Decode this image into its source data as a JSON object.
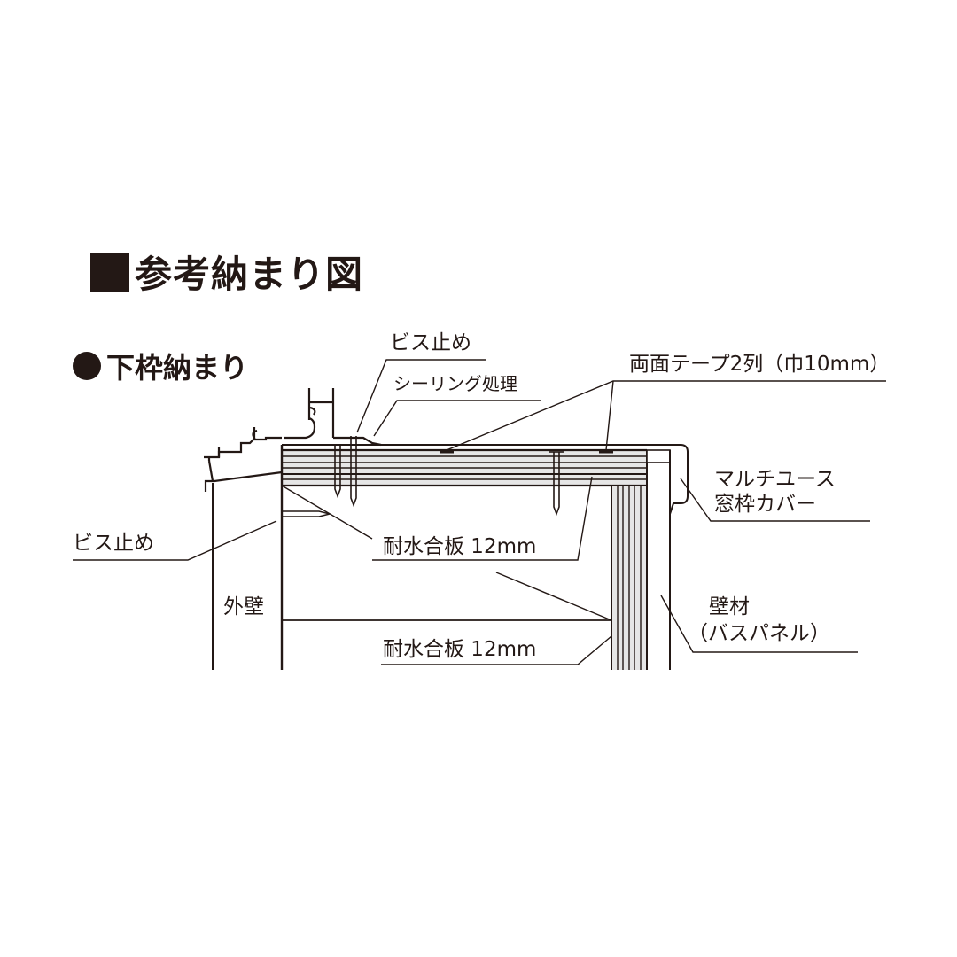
{
  "title": {
    "marker": "square",
    "text": "参考納まり図"
  },
  "subtitle": {
    "marker": "circle",
    "text": "下枠納まり"
  },
  "labels": {
    "screw_top": "ビス止め",
    "sealing": "シーリング処理",
    "tape": "両面テープ2列（巾10mm）",
    "cover_line1": "マルチユース",
    "cover_line2": "窓枠カバー",
    "screw_left": "ビス止め",
    "plywood_upper": "耐水合板 12mm",
    "exterior_wall": "外壁",
    "wall_material_line1": "壁材",
    "wall_material_line2": "（バスパネル）",
    "plywood_lower": "耐水合板 12mm"
  },
  "colors": {
    "ink": "#231815",
    "plywood_fill": "#e6e6e6",
    "background": "#ffffff"
  }
}
